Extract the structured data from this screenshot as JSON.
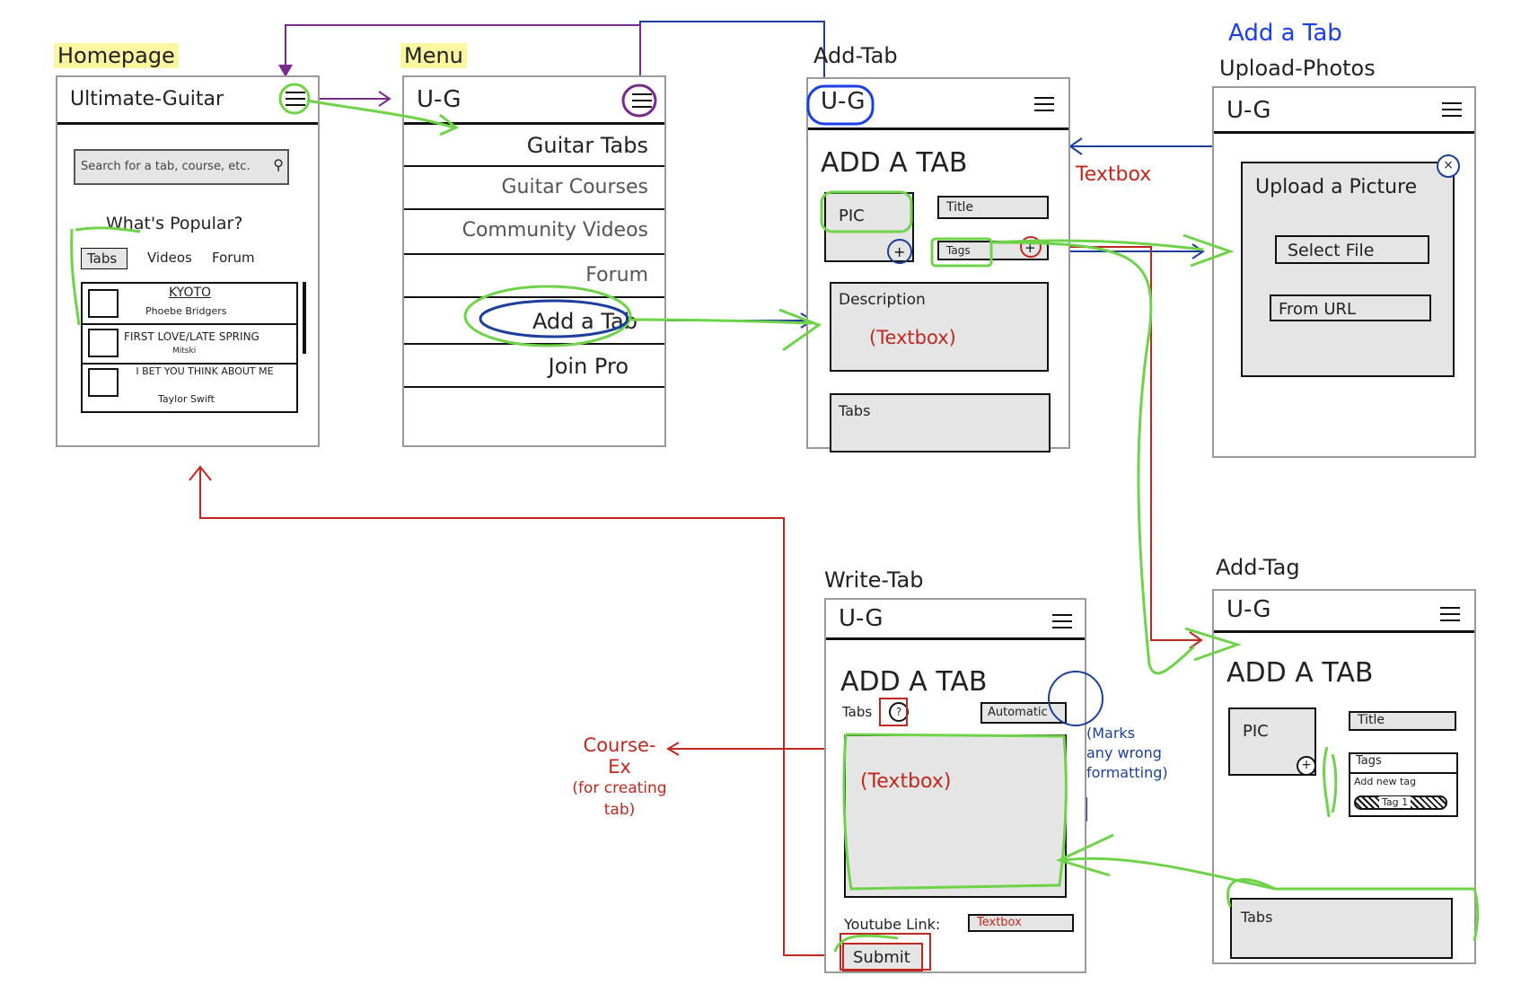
{
  "titles": {
    "homepage": "Homepage",
    "menu": "Menu",
    "add_tab": "Add-Tab",
    "upload_photos": "Upload-Photos",
    "add_a_tab": "Add a Tab",
    "write_tab": "Write-Tab",
    "add_tag": "Add-Tag"
  },
  "homepage": {
    "logo": "Ultimate-Guitar",
    "search_placeholder": "Search for a tab, course, etc.",
    "popular_heading": "What's Popular?",
    "tabs": [
      "Tabs",
      "Videos",
      "Forum"
    ],
    "items": [
      {
        "title": "KYOTO",
        "artist": "Phoebe Bridgers"
      },
      {
        "title": "FIRST LOVE/LATE SPRING",
        "artist": "Mitski"
      },
      {
        "title": "I BET YOU THINK ABOUT ME",
        "artist": "Taylor Swift"
      }
    ]
  },
  "menu": {
    "logo": "U-G",
    "items": [
      "Guitar Tabs",
      "Guitar Courses",
      "Community Videos",
      "Forum",
      "Add a Tab",
      "Join Pro"
    ]
  },
  "add_tab": {
    "logo": "U-G",
    "heading": "ADD A TAB",
    "pic": "PIC",
    "title_field": "Title",
    "tags_field": "Tags",
    "description": "Description",
    "description_hint": "(Textbox)",
    "tabs_box": "Tabs"
  },
  "upload": {
    "logo": "U-G",
    "heading": "Upload a Picture",
    "select_file": "Select File",
    "from_url": "From URL"
  },
  "write_tab": {
    "logo": "U-G",
    "heading": "ADD A TAB",
    "tabs_label": "Tabs",
    "auto_button": "Automatic",
    "textbox_hint": "(Textbox)",
    "youtube_label": "Youtube Link:",
    "youtube_hint": "Textbox",
    "submit": "Submit"
  },
  "add_tag": {
    "logo": "U-G",
    "heading": "ADD A TAB",
    "pic": "PIC",
    "title_field": "Title",
    "tags_field": "Tags",
    "add_new_tag": "Add new tag",
    "tag_chip": "Tag 1",
    "tabs_box": "Tabs"
  },
  "annotations": {
    "textbox": "Textbox",
    "course_ex_1": "Course-",
    "course_ex_2": "Ex",
    "course_ex_3": "(for creating",
    "course_ex_4": "tab)",
    "marks_1": "(Marks",
    "marks_2": "any wrong",
    "marks_3": "formatting)"
  },
  "colors": {
    "green": "#6fd34a",
    "red": "#c0281e",
    "blue": "#1c3f9c",
    "purple": "#7a2a8c",
    "yellow": "#fbf6a0",
    "bright_blue": "#1a3fe8"
  }
}
